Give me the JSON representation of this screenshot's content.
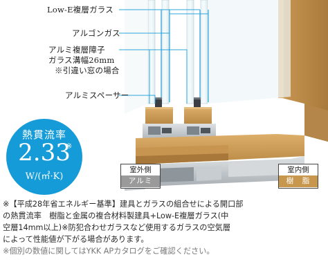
{
  "labels": {
    "low_e_glass": "Low-E複層ガラス",
    "argon_gas": "アルゴンガス",
    "sash_line1": "アルミ複層障子",
    "sash_line2": "ガラス溝幅26mm",
    "sash_line3": "※引違い窓の場合",
    "spacer": "アルミスペーサー"
  },
  "badge": {
    "title": "熱貫流率",
    "value": "2.33",
    "mark": "※",
    "unit": "W/(㎡·K)"
  },
  "tags": {
    "outdoor_label": "室外側",
    "outdoor_material": "アルミ",
    "indoor_label": "室内側",
    "indoor_material": "樹　脂"
  },
  "notes": [
    "※【平成28年省エネルギー基準】建具とガラスの組合せによる開口部",
    "の熱貫流率　樹脂と金属の複合材料製建具+Low-E複層ガラス(中",
    "空層14mm以上)※防犯合わせガラスなど使用するガラスの空気層",
    "によって性能値が下がる場合があります。",
    "※個別の数値に関してはYKK APカタログをご確認ください。"
  ],
  "colors": {
    "badge_blue": "#159bd7",
    "wood_frame": "#c8974e",
    "aluminium": "#b9bfc4",
    "glass": "#dceef4"
  }
}
